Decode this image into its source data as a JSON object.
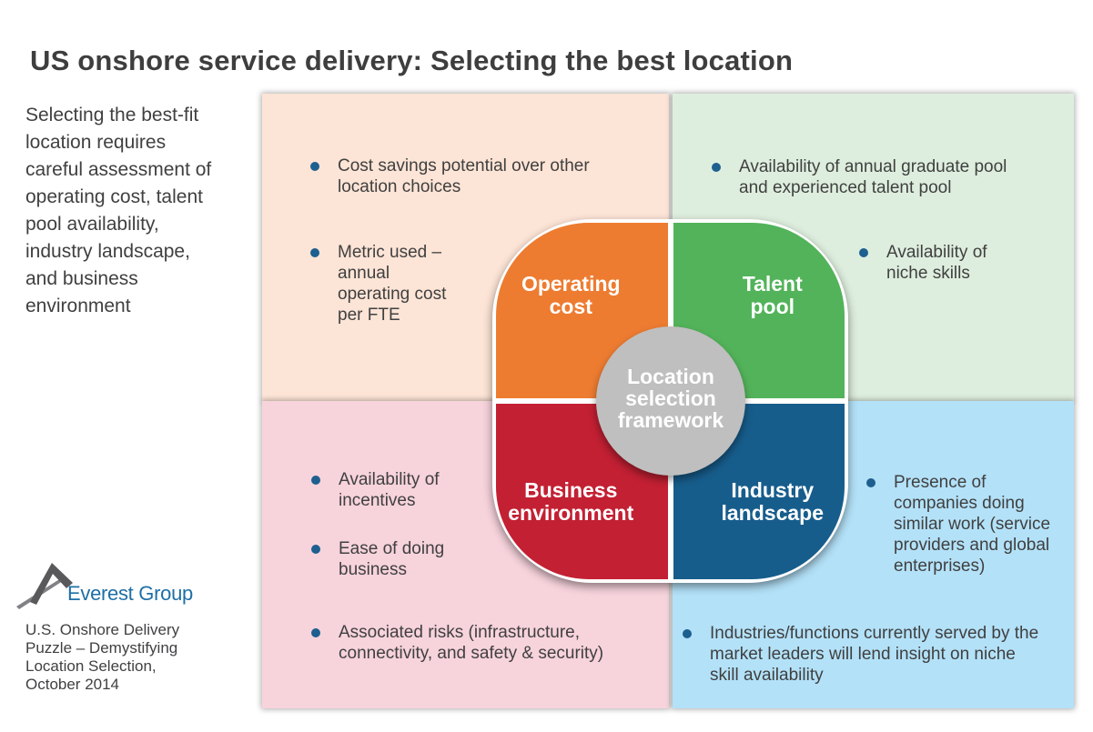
{
  "title": "US onshore service delivery: Selecting the best location",
  "intro": "Selecting the best-fit\nlocation requires\ncareful assessment of\noperating cost, talent\npool availability,\nindustry landscape,\nand business\nenvironment",
  "framework_center": "Location\nselection\nframework",
  "quadrants": {
    "operating_cost": {
      "label": "Operating\ncost",
      "color": "#ED7C31",
      "panel_color": "#FCE4D6",
      "bullets": [
        "Cost savings potential over other\nlocation choices",
        "Metric used –\nannual\noperating cost\nper FTE"
      ]
    },
    "talent_pool": {
      "label": "Talent\npool",
      "color": "#53B35A",
      "panel_color": "#DEEEDE",
      "bullets": [
        "Availability of annual graduate pool\nand experienced talent pool",
        "Availability of\nniche skills"
      ]
    },
    "business_environment": {
      "label": "Business\nenvironment",
      "color": "#C32033",
      "panel_color": "#F7D3DC",
      "bullets": [
        "Availability of\nincentives",
        "Ease of doing\nbusiness",
        "Associated risks (infrastructure,\nconnectivity, and safety & security)"
      ]
    },
    "industry_landscape": {
      "label": "Industry\nlandscape",
      "color": "#175D8C",
      "panel_color": "#B3E1F8",
      "bullets": [
        "Presence of\ncompanies doing\nsimilar work (service\nproviders and global\nenterprises)",
        "Industries/functions currently served by the\nmarket leaders will lend insight on niche\nskill availability"
      ]
    }
  },
  "logo_text": "Everest Group",
  "source": "U.S. Onshore Delivery\nPuzzle – Demystifying\nLocation Selection,\nOctober 2014",
  "colors": {
    "bullet_dot": "#1D5F8F",
    "center_circle": "#BFBFBF",
    "title_text": "#3E3E3E",
    "body_text": "#404040",
    "logo_blue": "#1E6FA5",
    "logo_gray": "#59595C"
  }
}
